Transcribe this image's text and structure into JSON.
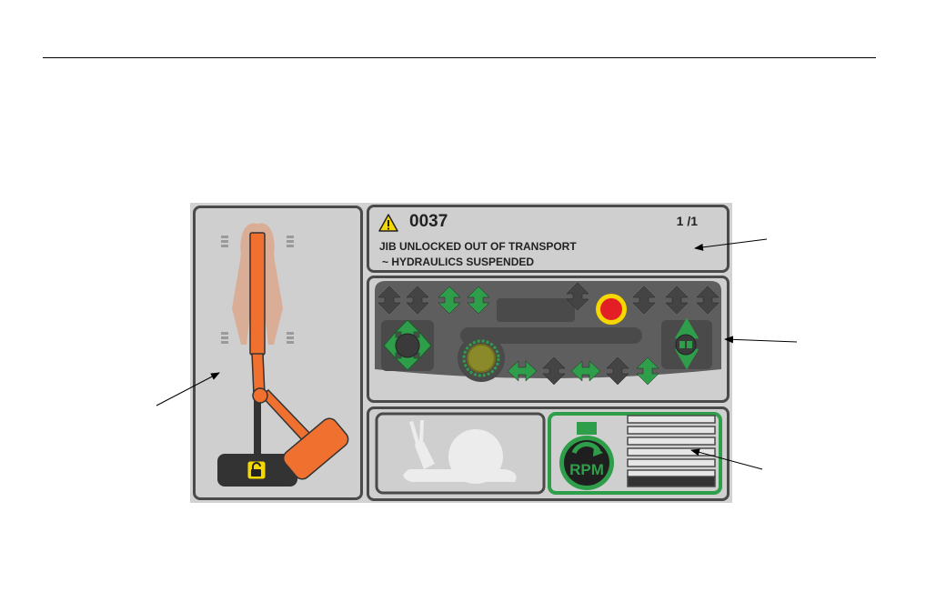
{
  "alarm": {
    "code": "0037",
    "page": "1 /1",
    "line1": "JIB UNLOCKED OUT OF TRANSPORT",
    "line2": "~ HYDRAULICS SUSPENDED"
  },
  "rpm": {
    "label": "RPM",
    "level_bars_filled": 1,
    "level_bars_total": 6
  },
  "colors": {
    "boom": "#f07030",
    "active_arrow": "#2e9e4a",
    "inactive_arrow": "#444444",
    "stop_button": "#e31e24",
    "lock_badge": "#f5d800",
    "panel_border": "#4a4a4a"
  },
  "icons": [
    "warning-icon",
    "unlock-icon",
    "emergency-stop-icon",
    "snail-icon",
    "rpm-icon"
  ]
}
